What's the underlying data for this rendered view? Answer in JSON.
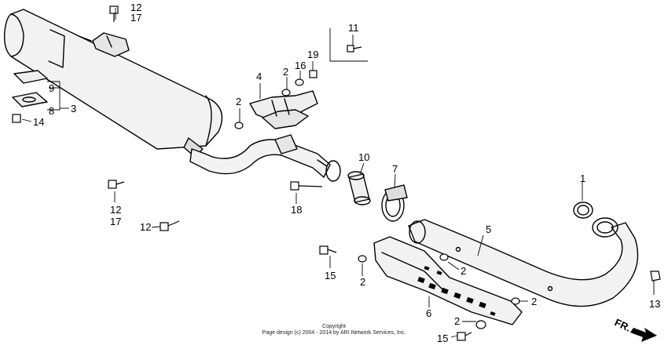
{
  "diagram": {
    "callouts": [
      "1",
      "2",
      "3",
      "4",
      "5",
      "6",
      "7",
      "8",
      "9",
      "10",
      "11",
      "12",
      "13",
      "14",
      "15",
      "16",
      "17",
      "18",
      "19"
    ],
    "front_marker": "FR.",
    "copyright_line1": "Copyright",
    "copyright_line2": "Page design (c) 2004 - 2014 by ARI Network Services, Inc."
  }
}
